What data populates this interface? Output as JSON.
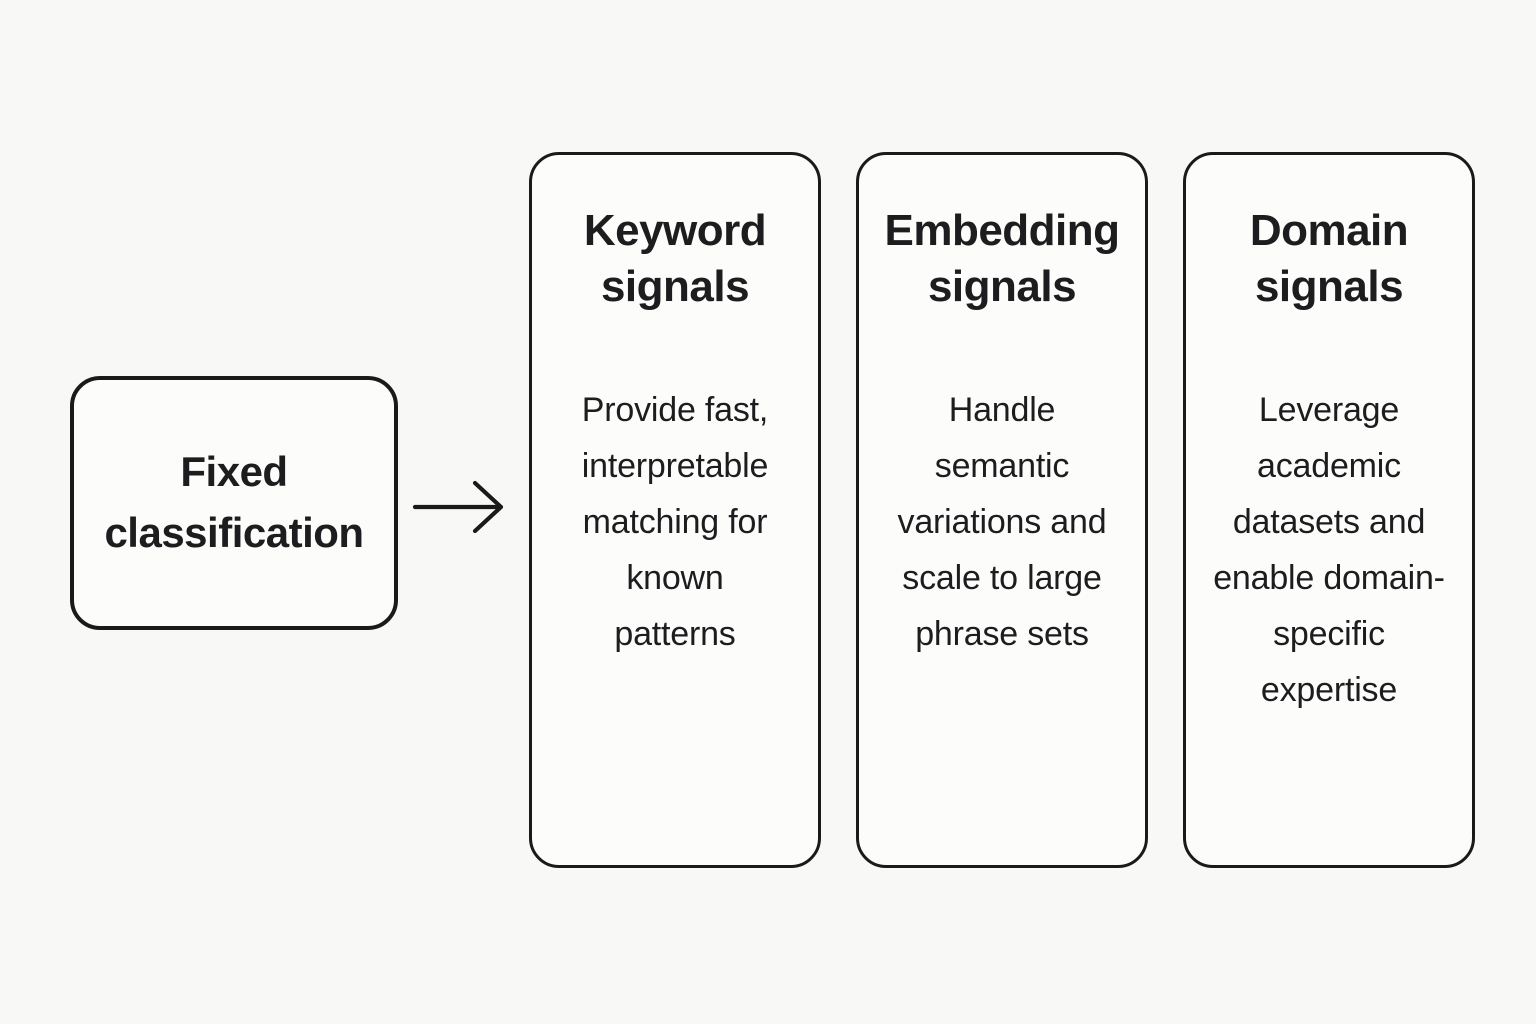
{
  "diagram": {
    "source_box": {
      "label": "Fixed classification"
    },
    "arrow_icon": "arrow-right",
    "cards": [
      {
        "title": "Keyword signals",
        "description": "Provide fast, interpretable matching for known patterns"
      },
      {
        "title": "Embedding signals",
        "description": "Handle semantic variations and scale to large phrase sets"
      },
      {
        "title": "Domain signals",
        "description": "Leverage academic datasets and enable domain-specific expertise"
      }
    ],
    "colors": {
      "background": "#f8f8f6",
      "card_fill": "#fcfcfb",
      "stroke": "#1a1a1a",
      "text": "#1d1d1f"
    }
  }
}
